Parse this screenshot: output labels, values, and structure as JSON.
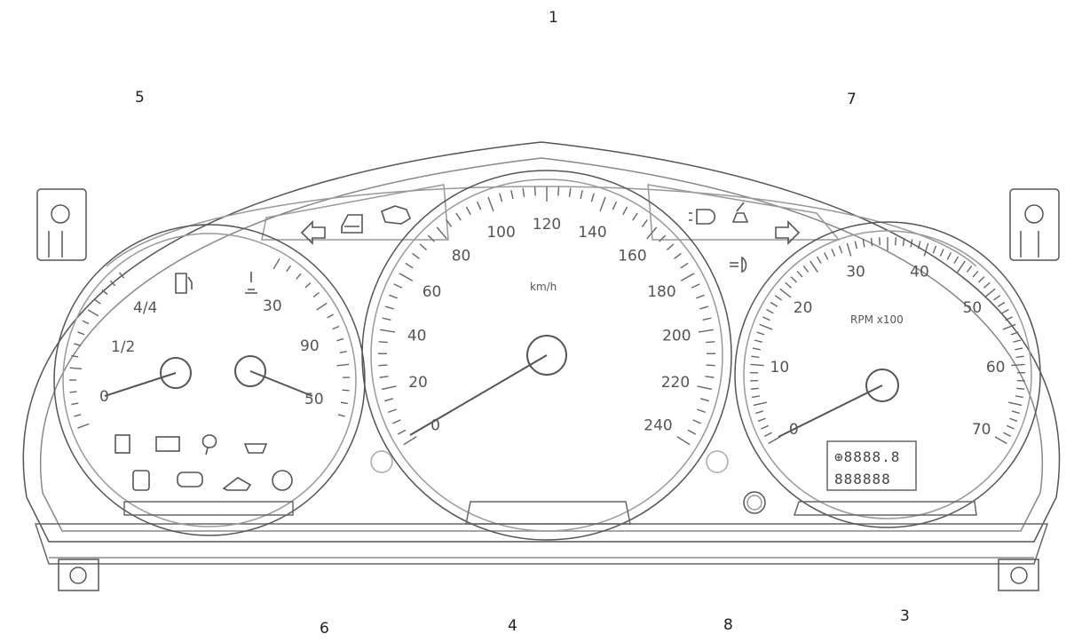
{
  "callouts": [
    "1",
    "5",
    "7",
    "6",
    "4",
    "8",
    "3"
  ],
  "fuel_gauge": {
    "labels": [
      "0",
      "1/2",
      "4/4"
    ]
  },
  "temp_gauge": {
    "labels": [
      "30",
      "90",
      "50"
    ]
  },
  "speedometer": {
    "unit": "km/h",
    "labels": [
      "0",
      "20",
      "40",
      "60",
      "80",
      "100",
      "120",
      "140",
      "160",
      "180",
      "200",
      "220",
      "240"
    ]
  },
  "tachometer": {
    "unit": "RPM x100",
    "labels": [
      "0",
      "10",
      "20",
      "30",
      "40",
      "50",
      "60",
      "70"
    ]
  },
  "odometer": {
    "line1": "⊕8888.8",
    "line2": "888888"
  },
  "icons": {
    "top_left": [
      "left-turn-arrow-icon",
      "door-open-icon",
      "engine-check-icon"
    ],
    "top_right": [
      "headlight-icon",
      "seatbelt-icon",
      "right-turn-arrow-icon",
      "fog-light-icon"
    ],
    "left_warning_row1": [
      "fuel-level-icon",
      "battery-icon",
      "airbag-icon",
      "brake-warning-icon"
    ],
    "left_warning_row2": [
      "fuel-pump-icon",
      "abs-icon",
      "oil-pressure-icon",
      "traction-icon"
    ]
  }
}
